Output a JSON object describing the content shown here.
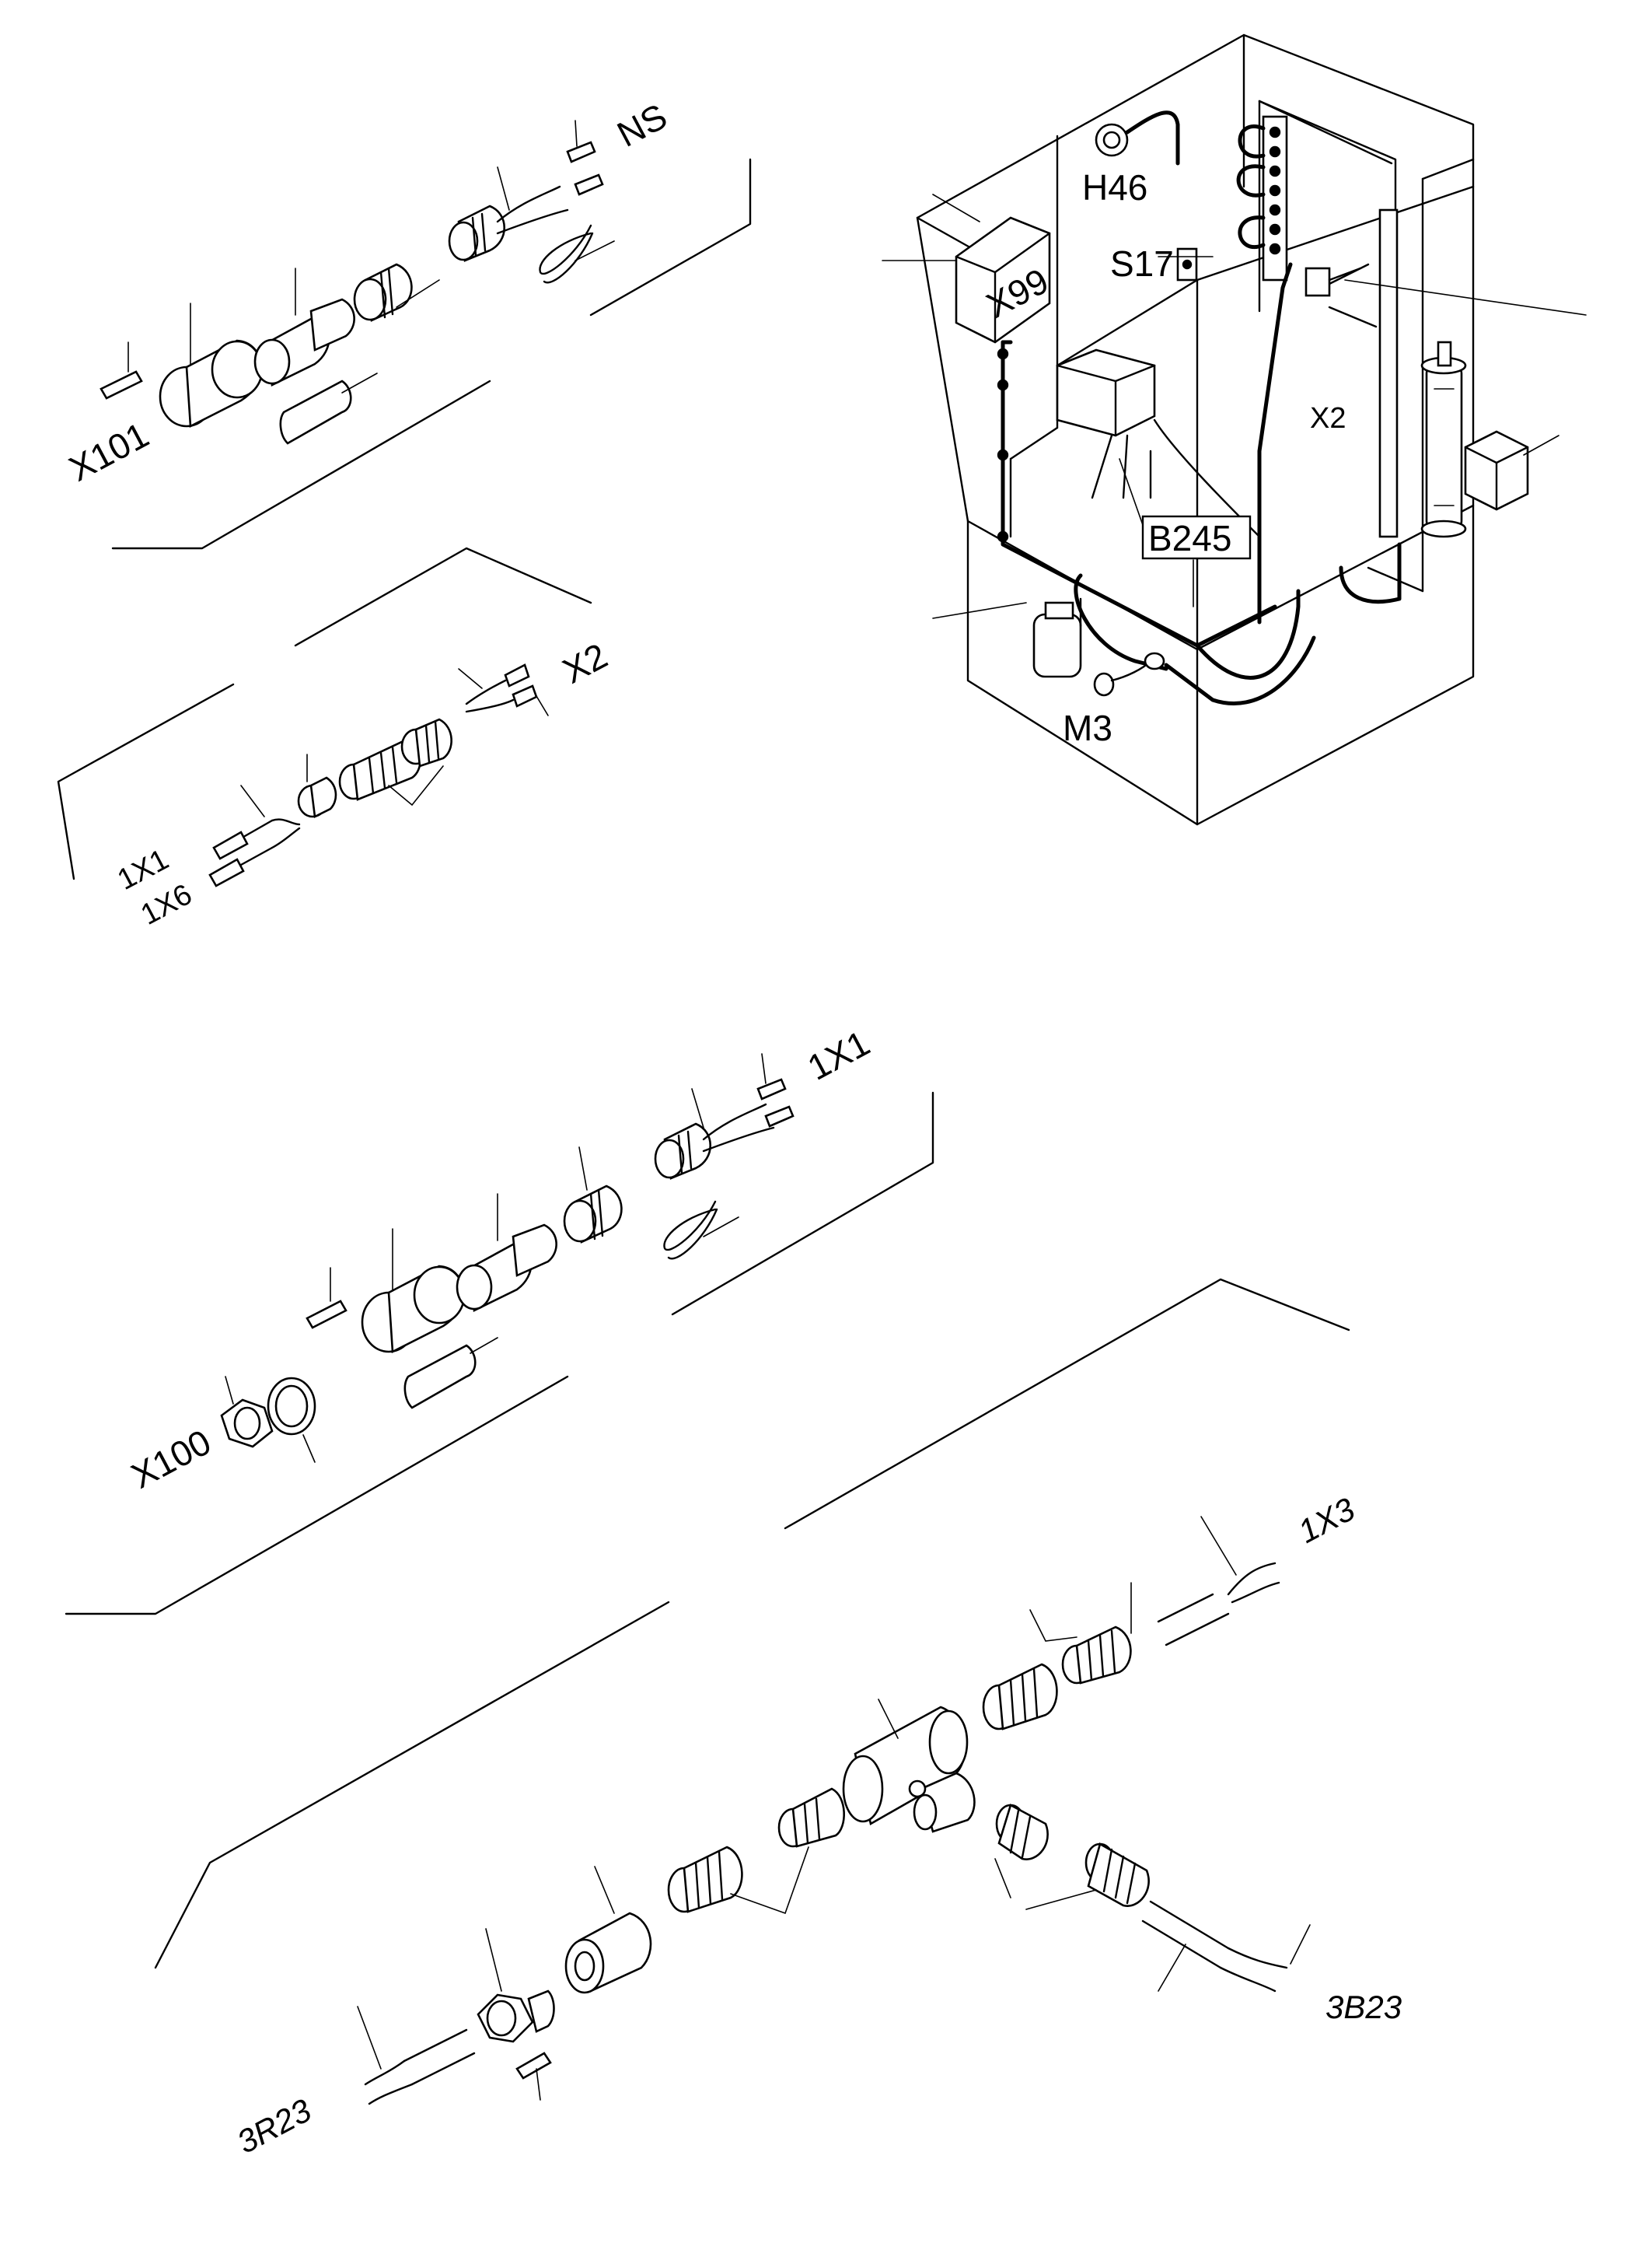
{
  "labels": {
    "cabinet": {
      "h46": "H46",
      "s17": "S17",
      "x99": "X99",
      "x2": "X2",
      "b245": "B245",
      "m3": "M3"
    },
    "group1": {
      "x101": "X101",
      "ns": "NS"
    },
    "group2": {
      "x2": "X2",
      "x1": "1X1",
      "x6": "1X6"
    },
    "group3": {
      "x1": "1X1",
      "x100": "X100"
    },
    "group4": {
      "x3": "1X3",
      "b23": "3B23",
      "r23": "3R23"
    }
  }
}
